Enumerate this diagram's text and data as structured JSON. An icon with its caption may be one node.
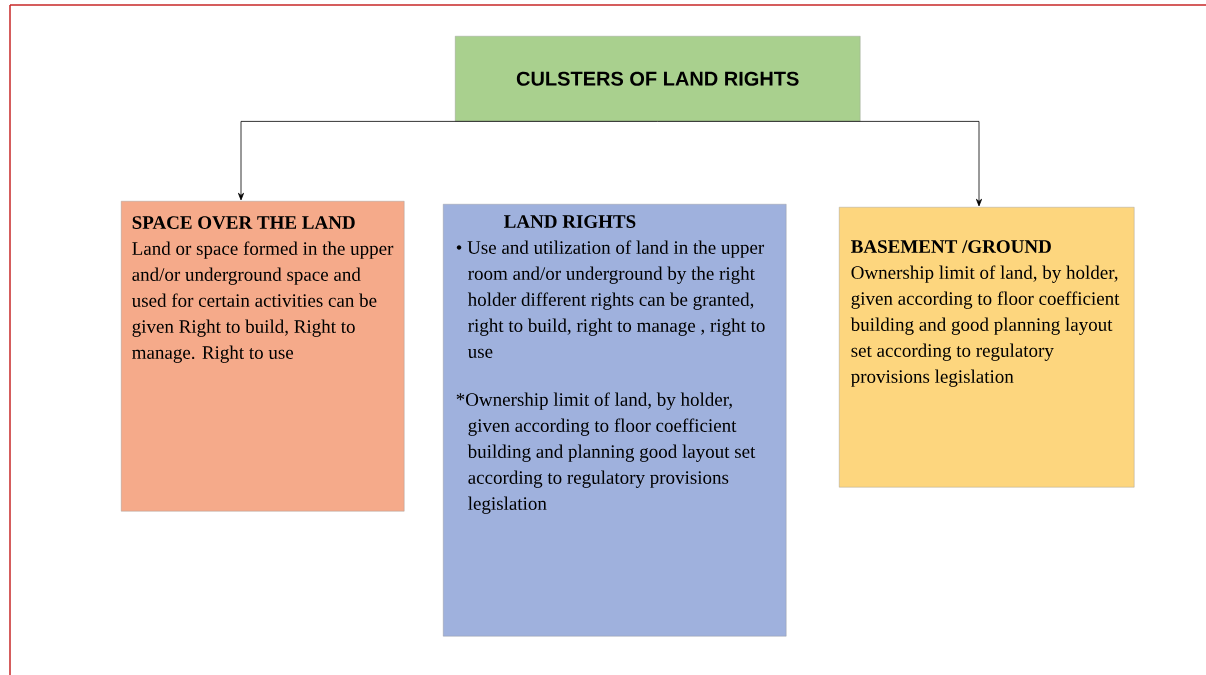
{
  "diagram": {
    "nodes": [
      {
        "text": [
          "CULSTERS OF LAND RIGHTS"
        ]
      },
      {
        "text": [
          "SPACE OVER THE LAND",
          "Land or space formed in the upper and/or underground space and used for certain activities can be given Right to build, Right to manage. Right to use"
        ]
      },
      {
        "text": [
          "LAND RIGHTS",
          "• Use and utilization of land in the upper room and/or underground by the right holder different rights can be granted, right to build, right to manage , right to use",
          "*Ownership limit of land, by holder, given according to floor coefficient building and planning good layout set according to regulatory provisions legislation"
        ]
      },
      {
        "text": [
          "BASEMENT /GROUND",
          "Ownership limit of land, by holder, given according to floor coefficient building and good planning layout set according to regulatory provisions legislation"
        ]
      }
    ],
    "edges": [
      {
        "from": 0,
        "to": 1,
        "arrow": "to"
      },
      {
        "from": 0,
        "to": 3,
        "arrow": "to"
      }
    ]
  }
}
